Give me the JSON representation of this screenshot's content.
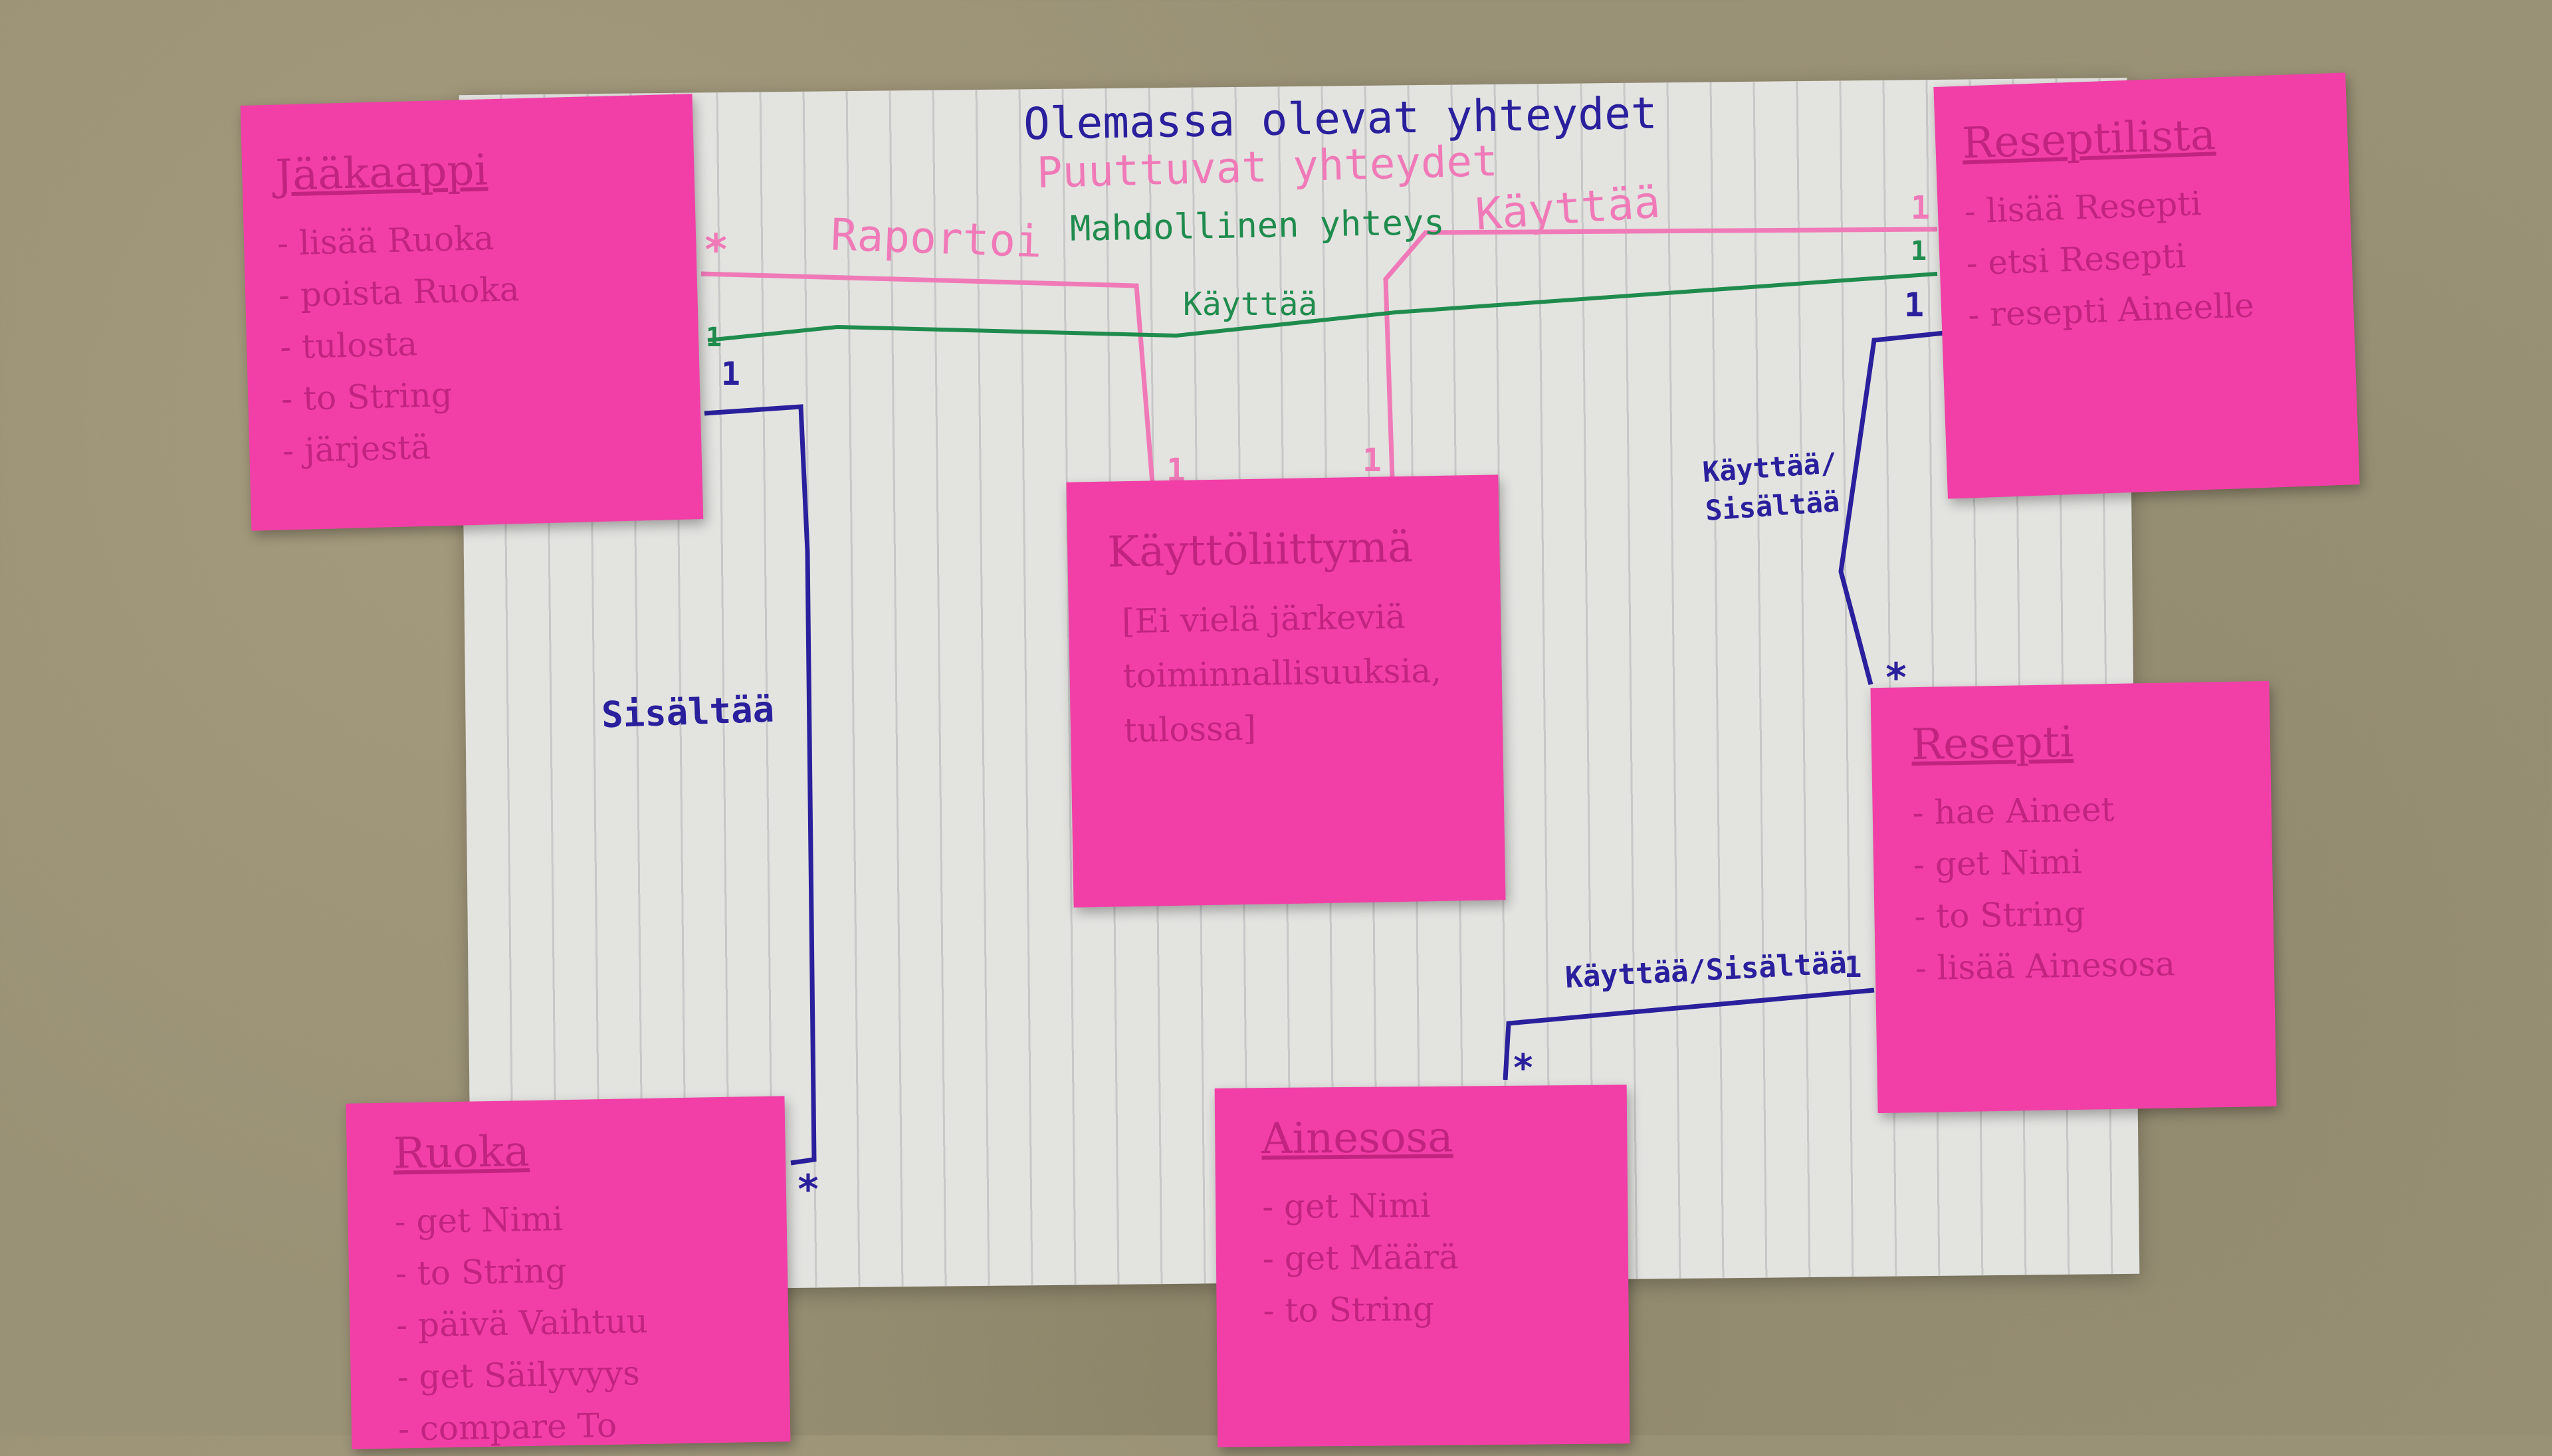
{
  "legend": {
    "existing": "Olemassa olevat yhteydet",
    "missing": "Puuttuvat yhteydet",
    "possible": "Mahdollinen yhteys"
  },
  "colors": {
    "existing": "#2a1f9c",
    "missing": "#f07ab8",
    "possible": "#1f8c4e",
    "note": "#f23fa7",
    "paper": "#e3e3e0",
    "background": "#9a9276"
  },
  "notes": {
    "jaakaappi": {
      "title": "Jääkaappi",
      "items": [
        "lisää Ruoka",
        "poista Ruoka",
        "tulosta",
        "to String",
        "järjestä"
      ]
    },
    "reseptilista": {
      "title": "Reseptilista",
      "items": [
        "lisää Resepti",
        "etsi Resepti",
        "resepti Aineelle"
      ]
    },
    "kayttoliittyma": {
      "title": "Käyttöliittymä",
      "text": "[Ei vielä järkeviä toiminnallisuuksia, tulossa]"
    },
    "resepti": {
      "title": "Resepti",
      "items": [
        "hae Aineet",
        "get Nimi",
        "to String",
        "lisää Ainesosa"
      ]
    },
    "ruoka": {
      "title": "Ruoka",
      "items": [
        "get Nimi",
        "to String",
        "päivä Vaihtuu",
        "get Säilyvyys",
        "compare To"
      ]
    },
    "ainesosa": {
      "title": "Ainesosa",
      "items": [
        "get Nimi",
        "get Määrä",
        "to String"
      ]
    }
  },
  "relations": {
    "raportoi": "Raportoi",
    "kayttaa_pink": "Käyttää",
    "kayttaa_green": "Käyttää",
    "sisaltaa": "Sisältää",
    "kayttaa_sisaltaa_1": "Käyttää/ Sisältää",
    "kayttaa_sisaltaa_2": "Käyttää/Sisältää"
  },
  "multiplicity": {
    "one": "1",
    "many": "*"
  }
}
